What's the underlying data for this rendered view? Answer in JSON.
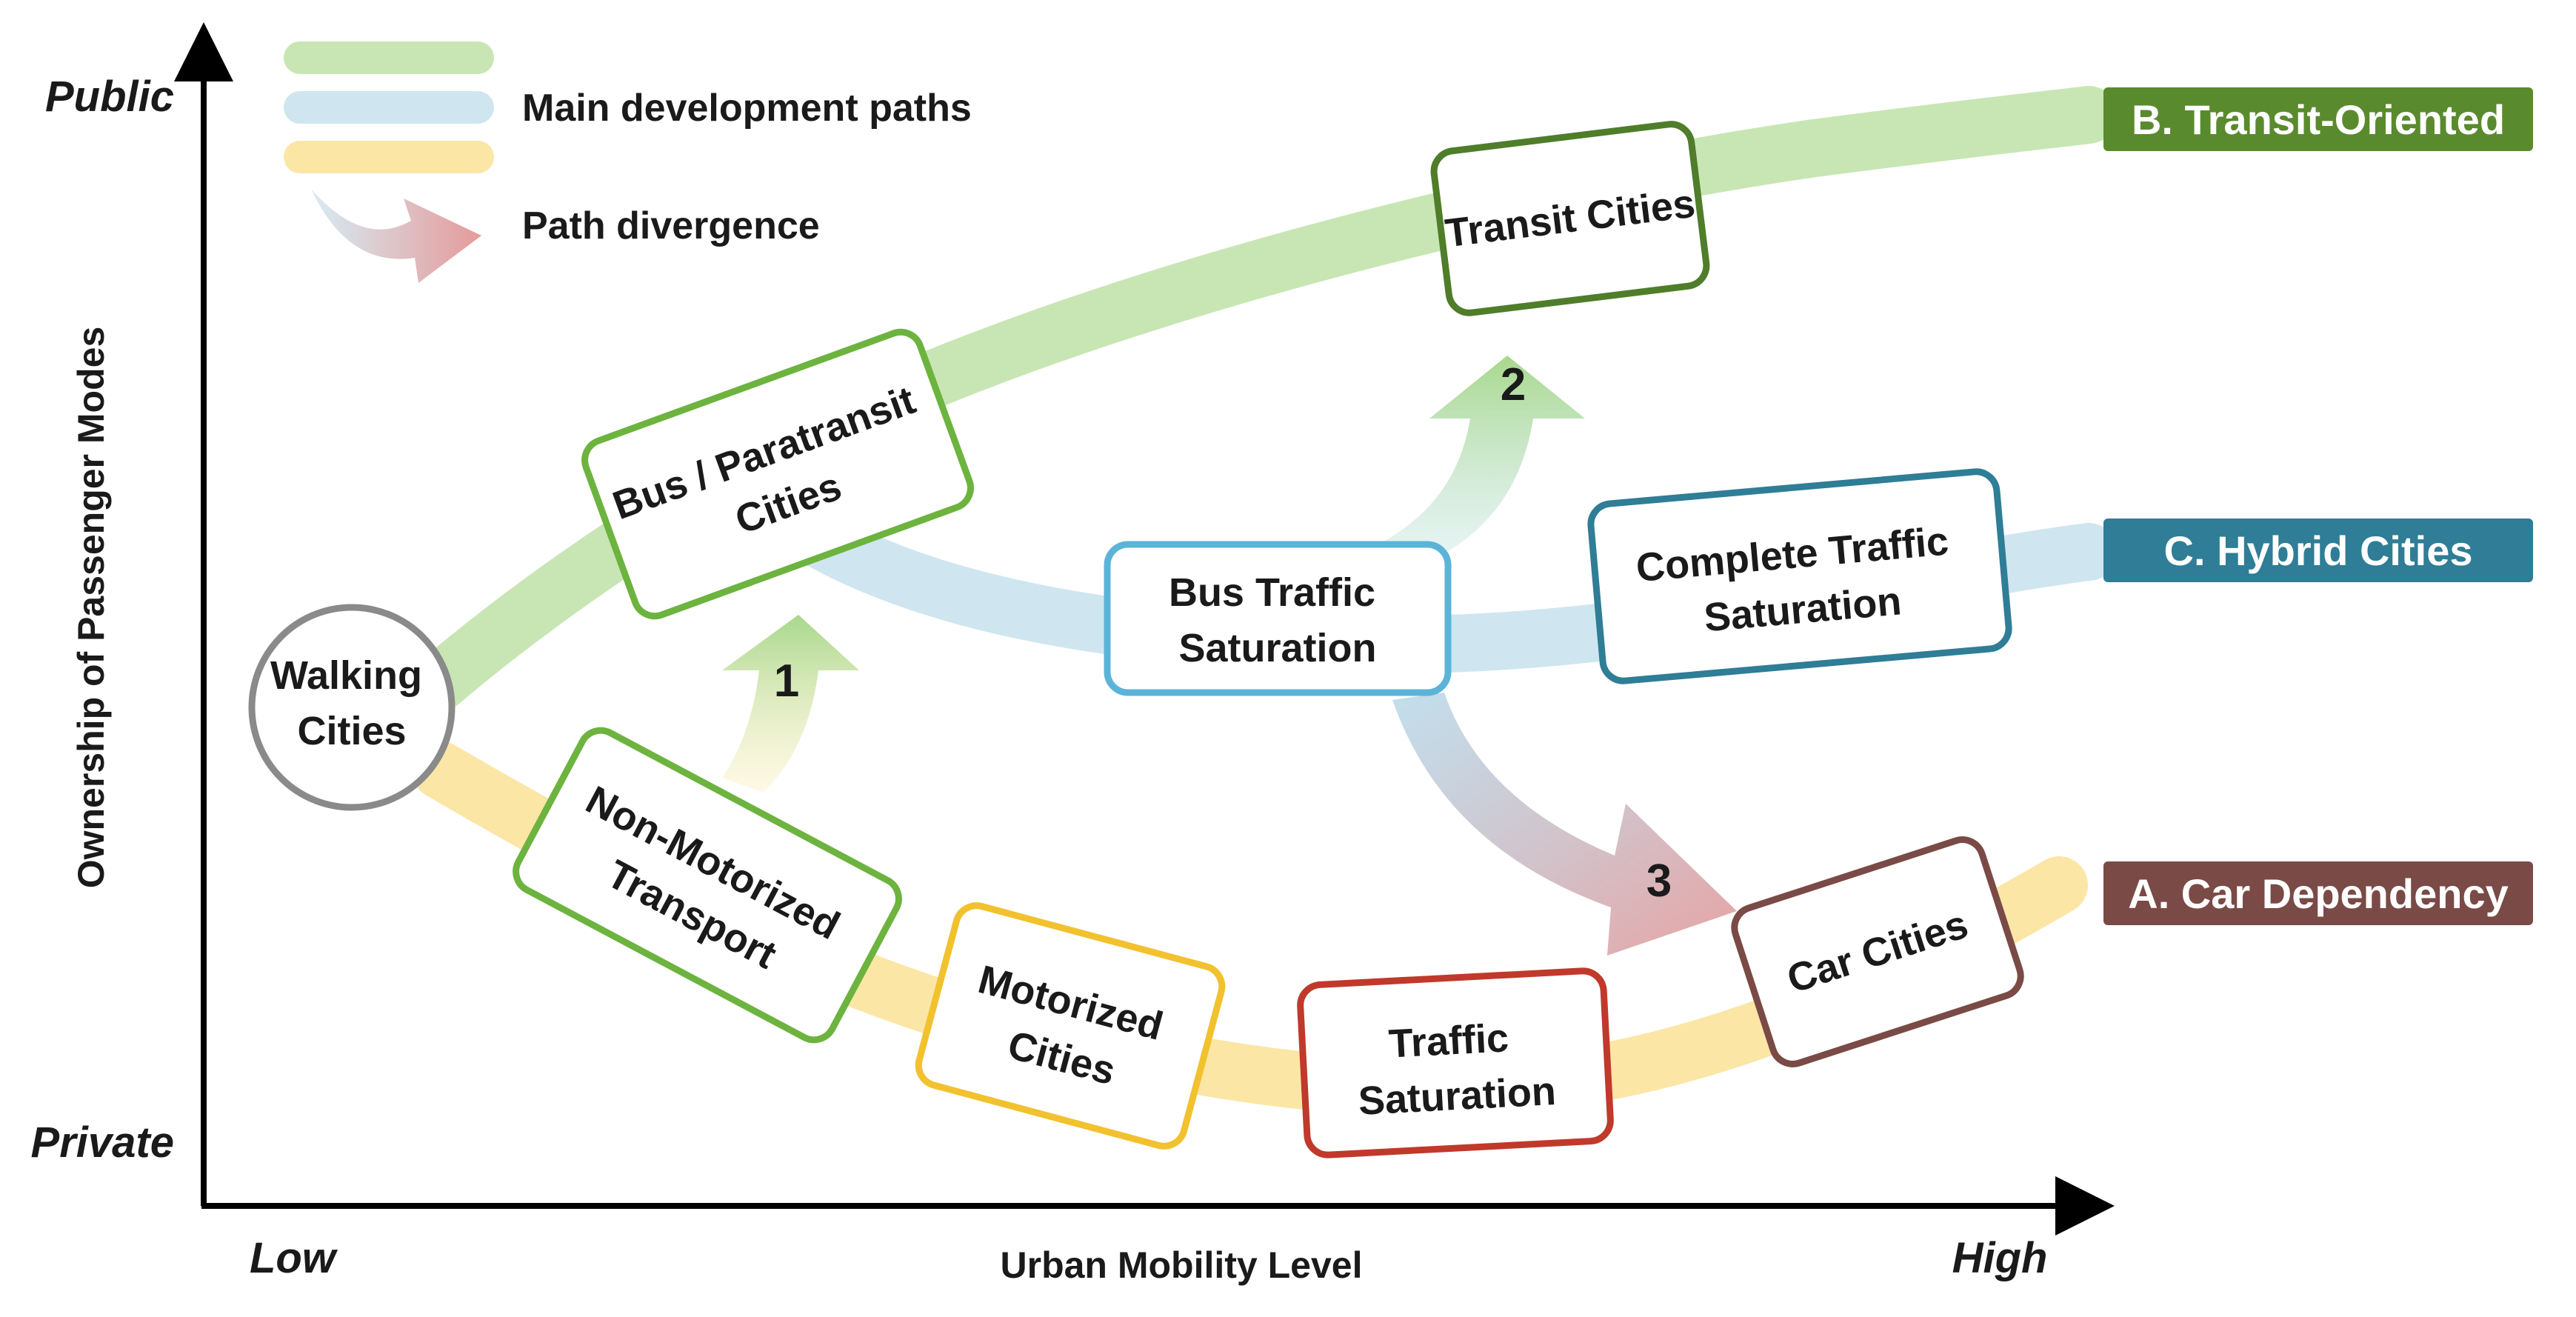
{
  "axes": {
    "y_label": "Ownership of Passenger Modes",
    "y_top": "Public",
    "y_bottom": "Private",
    "x_label": "Urban Mobility Level",
    "x_left": "Low",
    "x_right": "High"
  },
  "legend": {
    "paths_label": "Main development paths",
    "divergence_label": "Path divergence"
  },
  "nodes": {
    "walking": [
      "Walking",
      "Cities"
    ],
    "bus_paratransit": [
      "Bus / Paratransit",
      "Cities"
    ],
    "transit": [
      "Transit Cities"
    ],
    "bus_saturation": [
      "Bus Traffic",
      "Saturation"
    ],
    "complete_saturation": [
      "Complete Traffic",
      "Saturation"
    ],
    "non_motorized": [
      "Non-Motorized",
      "Transport"
    ],
    "motorized": [
      "Motorized",
      "Cities"
    ],
    "traffic_saturation": [
      "Traffic",
      "Saturation"
    ],
    "car": [
      "Car Cities"
    ]
  },
  "divergences": {
    "d1": "1",
    "d2": "2",
    "d3": "3"
  },
  "outcomes": {
    "transit_oriented": "B. Transit-Oriented",
    "hybrid": "C. Hybrid Cities",
    "car_dependency": "A. Car Dependency"
  },
  "colors": {
    "green_path": "#c8e6b4",
    "blue_path": "#cfe6f0",
    "yellow_path": "#fbe6a6",
    "outcome_b": "#5a8a2e",
    "outcome_c": "#2f7d96",
    "outcome_a": "#7a4a46",
    "walking_border": "#8a8a8a",
    "green_border": "#6db33f",
    "dark_green_border": "#4f7d2a",
    "blue_border": "#5bb4d8",
    "dark_blue_border": "#2f7d96",
    "yellow_border": "#f2c12e",
    "red_border": "#c0392b",
    "brown_border": "#7a4a46"
  }
}
